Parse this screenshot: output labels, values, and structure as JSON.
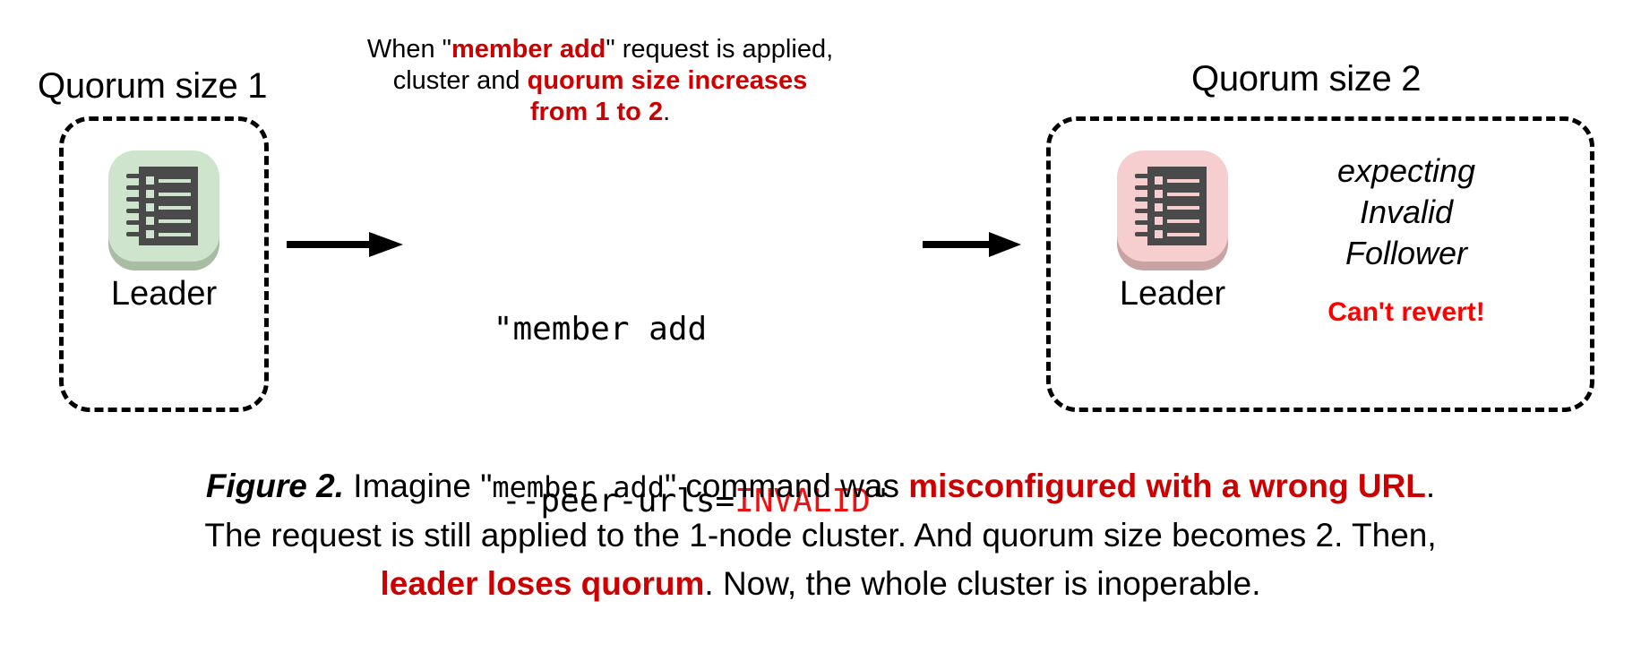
{
  "figure": {
    "left_cluster": {
      "title": "Quorum size 1",
      "node_label": "Leader",
      "node_icon": "ledger-node-icon",
      "node_color": "#cfe4cd",
      "node_shadow_color": "#a8bda4"
    },
    "right_cluster": {
      "title": "Quorum size 2",
      "node_label": "Leader",
      "node_icon": "ledger-node-icon",
      "node_color": "#f7ced0",
      "node_shadow_color": "#c8a3a4",
      "expecting_line1": "expecting",
      "expecting_line2": "Invalid",
      "expecting_line3": "Follower",
      "revert_note": "Can't revert!"
    },
    "top_note": {
      "line1_a": "When \"",
      "line1_b": "member add",
      "line1_c": "\" request is applied,",
      "line2_a": "cluster and ",
      "line2_b": "quorum size increases",
      "line3_b": "from 1 to 2",
      "line3_c": "."
    },
    "command": {
      "line1": "\"member add",
      "line2_prefix": "--peer-urls=",
      "line2_bad": "INVALID",
      "line2_suffix": "\""
    },
    "arrows": {
      "left_arrow": "arrow-right-icon",
      "right_arrow": "arrow-right-icon"
    },
    "caption": {
      "fignum": "Figure 2.",
      "l1_a": " Imagine \"",
      "l1_mono": "member add",
      "l1_b": "\" command was ",
      "l1_hl": "misconfigured with a wrong URL",
      "l1_c": ".",
      "l2": "The request is still applied to the 1-node cluster. And quorum size becomes 2. Then,",
      "l3_hl": "leader loses quorum",
      "l3_b": ". Now, the whole cluster is inoperable."
    },
    "colors": {
      "accent_red": "#cc0000",
      "bright_red": "#ff0000",
      "command_red": "#ee1111",
      "ink": "#000000",
      "background": "#ffffff"
    }
  }
}
